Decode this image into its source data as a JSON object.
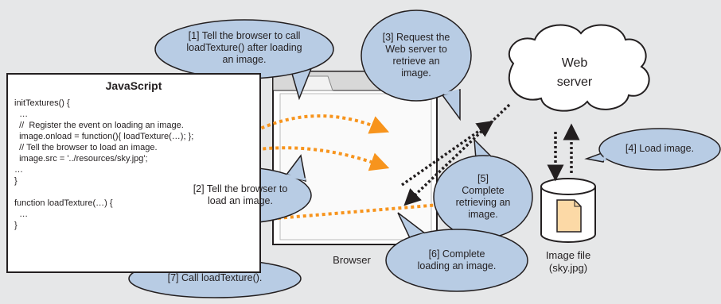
{
  "javascript": {
    "title": "JavaScript",
    "lines": [
      "initTextures() {",
      "  …",
      "  //  Register the event on loading an image.",
      "  image.onload = function(){ loadTexture(…); };",
      "  // Tell the browser to load an image.",
      "  image.src = '../resources/sky.jpg';",
      "…",
      "}",
      "function loadTexture(…) {",
      "  …",
      "}"
    ]
  },
  "bubbles": {
    "b1": [
      "[1] Tell the browser to call",
      "loadTexture() after loading",
      "an image."
    ],
    "b2": [
      "[2] Tell the browser to",
      "load an image."
    ],
    "b3": [
      "[3] Request the",
      "Web server to",
      "retrieve an",
      "image."
    ],
    "b4": [
      "[4] Load image."
    ],
    "b5": [
      "[5]",
      "Complete",
      "retrieving an",
      "image."
    ],
    "b6": [
      "[6] Complete",
      "loading an image."
    ],
    "b7": [
      "[7] Call loadTexture()."
    ]
  },
  "browser_label": "Browser",
  "web_server_label": [
    "Web",
    "server"
  ],
  "image_file_label": [
    "Image file",
    "(sky.jpg)"
  ],
  "colors": {
    "bubble_fill": "#b8cce4",
    "arrow_orange": "#f7941d",
    "outline": "#231f20",
    "background": "#e6e7e8"
  }
}
